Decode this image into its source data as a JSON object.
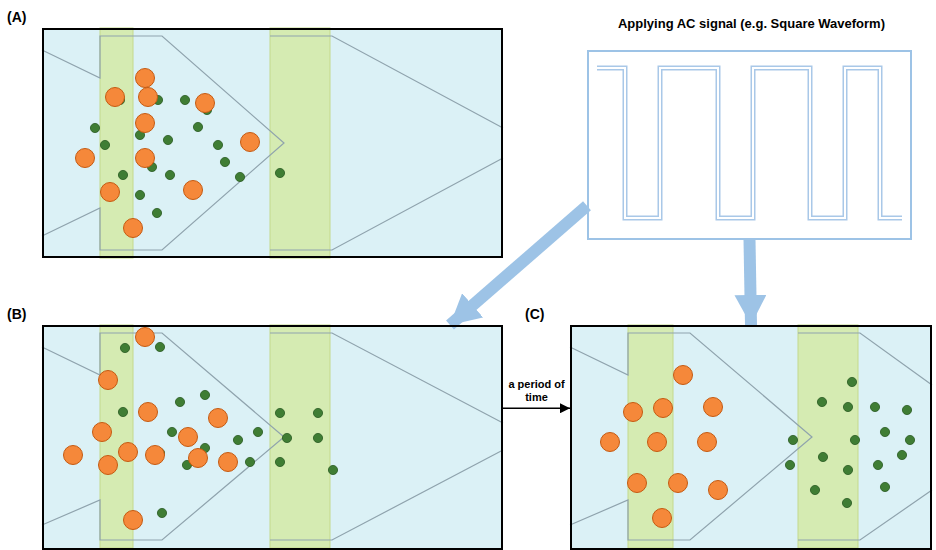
{
  "diagram": {
    "nodes": [
      {
        "text": [
          "(A)"
        ]
      },
      {
        "text": [
          "Applying AC signal (e.g. Square Waveform)"
        ]
      },
      {
        "text": [
          "(B)"
        ]
      },
      {
        "text": [
          "(C)"
        ]
      }
    ],
    "edges": [
      {
        "from": 1,
        "to": 2,
        "arrow": "to"
      },
      {
        "from": 1,
        "to": 3,
        "arrow": "to"
      },
      {
        "from": 2,
        "to": 3,
        "label": "a period of time",
        "arrow": "to"
      }
    ]
  }
}
